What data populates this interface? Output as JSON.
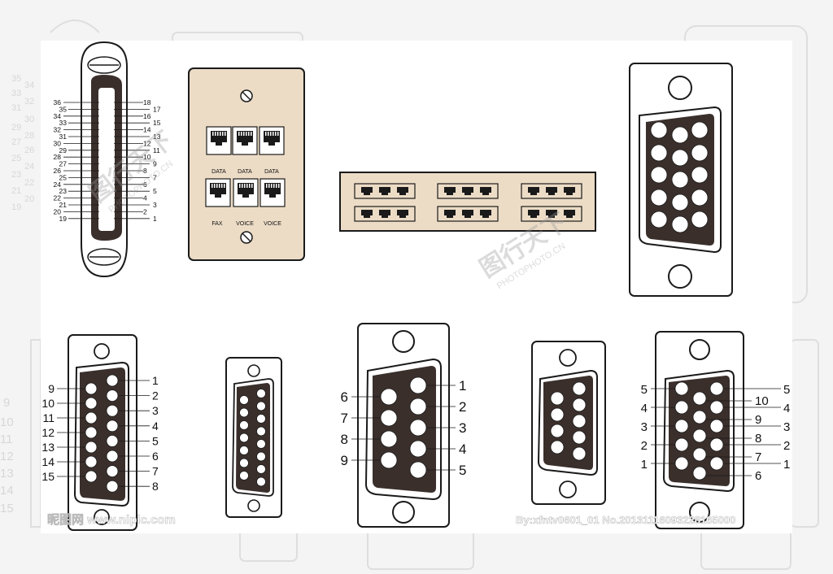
{
  "centronics": {
    "left_pins": [
      "36",
      "35",
      "34",
      "33",
      "32",
      "31",
      "30",
      "29",
      "28",
      "27",
      "26",
      "25",
      "24",
      "23",
      "22",
      "21",
      "20",
      "19"
    ],
    "right_pins": [
      "18",
      "17",
      "16",
      "15",
      "14",
      "13",
      "12",
      "11",
      "10",
      "9",
      "8",
      "7",
      "6",
      "5",
      "4",
      "3",
      "2",
      "1"
    ]
  },
  "wall_plate": {
    "top_labels": [
      "DATA",
      "DATA",
      "DATA"
    ],
    "bottom_labels": [
      "FAX",
      "VOICE",
      "VOICE"
    ]
  },
  "db15": {
    "left_pins": [
      "9",
      "10",
      "11",
      "12",
      "13",
      "14",
      "15"
    ],
    "right_pins": [
      "1",
      "2",
      "3",
      "4",
      "5",
      "6",
      "7",
      "8"
    ]
  },
  "db9": {
    "left_pins": [
      "6",
      "7",
      "8",
      "9"
    ],
    "right_pins": [
      "1",
      "2",
      "3",
      "4",
      "5"
    ]
  },
  "hd15": {
    "left_pins": [
      "5",
      "4",
      "3",
      "2",
      "1"
    ],
    "mid_pins": [
      "10",
      "9",
      "8",
      "7",
      "6"
    ],
    "right_pins": [
      "5",
      "4",
      "3",
      "2",
      "1"
    ]
  },
  "watermark": {
    "site": "昵图网 www.nipic.com",
    "credit": "By:xfntv0601_01  No.20131116093228165000",
    "brand_a": "图行天下",
    "brand_b": "PHOTOPHOTO.CN"
  },
  "colors": {
    "connector_fill": "#3a2f2b",
    "plate_fill": "#ecdcc6",
    "outline": "#1a1a1a"
  }
}
